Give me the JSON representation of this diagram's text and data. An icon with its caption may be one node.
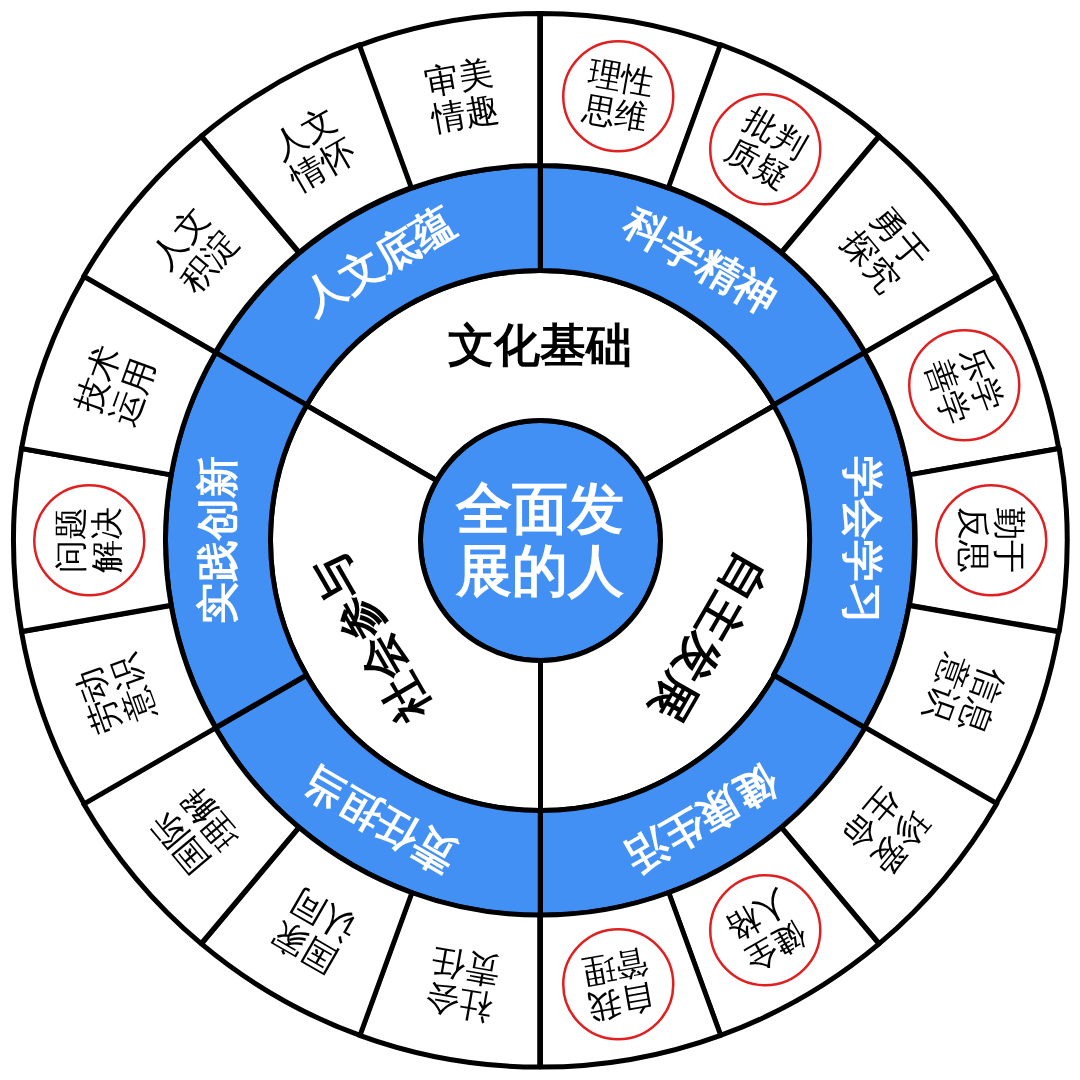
{
  "diagram": {
    "nodes": [
      {
        "text": [
          "全面发展的人"
        ]
      },
      {
        "text": [
          "文化基础"
        ]
      },
      {
        "text": [
          "自主发展"
        ]
      },
      {
        "text": [
          "社会参与"
        ]
      },
      {
        "text": [
          "人文底蕴"
        ]
      },
      {
        "text": [
          "科学精神"
        ]
      },
      {
        "text": [
          "学会学习"
        ]
      },
      {
        "text": [
          "健康生活"
        ]
      },
      {
        "text": [
          "责任担当"
        ]
      },
      {
        "text": [
          "实践创新"
        ]
      },
      {
        "text": [
          "人文积淀"
        ]
      },
      {
        "text": [
          "人文情怀"
        ]
      },
      {
        "text": [
          "审美情趣"
        ]
      },
      {
        "text": [],
        "shape": "sector"
      },
      {
        "text": [
          "理性思维"
        ],
        "in": 13
      },
      {
        "text": [],
        "shape": "sector"
      },
      {
        "text": [
          "批判质疑"
        ],
        "in": 15
      },
      {
        "text": [
          "勇于探究"
        ]
      },
      {
        "text": [],
        "shape": "sector"
      },
      {
        "text": [
          "乐学善学"
        ],
        "in": 18
      },
      {
        "text": [],
        "shape": "sector"
      },
      {
        "text": [
          "勤于反思"
        ],
        "in": 20
      },
      {
        "text": [
          "信息意识"
        ]
      },
      {
        "text": [
          "珍爱生命"
        ]
      },
      {
        "text": [],
        "shape": "sector"
      },
      {
        "text": [
          "健全人格"
        ],
        "in": 24
      },
      {
        "text": [],
        "shape": "sector"
      },
      {
        "text": [
          "自我管理"
        ],
        "in": 26
      },
      {
        "text": [
          "社会责任"
        ]
      },
      {
        "text": [
          "国家认同"
        ]
      },
      {
        "text": [
          "国际理解"
        ]
      },
      {
        "text": [
          "劳动意识"
        ]
      },
      {
        "text": [],
        "shape": "sector"
      },
      {
        "text": [
          "问题解决"
        ],
        "in": 32
      },
      {
        "text": [
          "技术运用"
        ]
      }
    ]
  }
}
